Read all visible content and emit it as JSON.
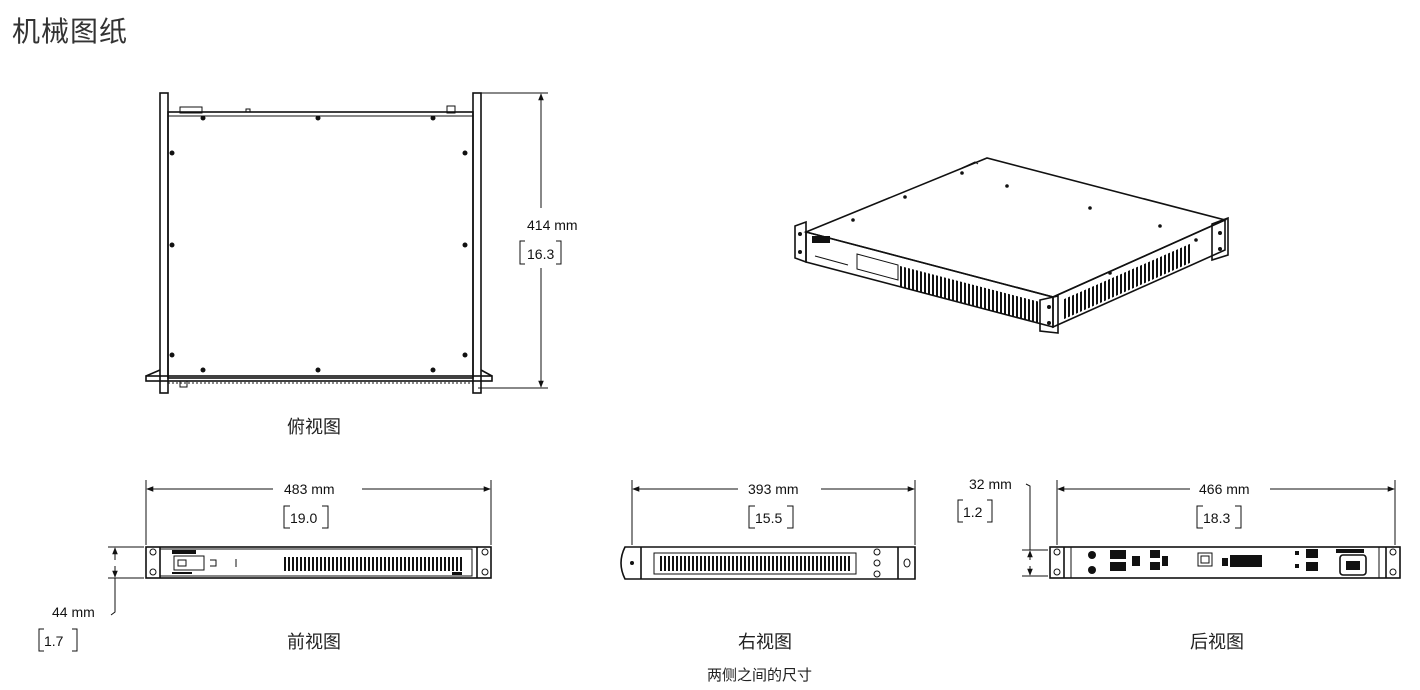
{
  "title": "机械图纸",
  "views": {
    "top": {
      "caption": "俯视图",
      "depth_mm": "414 mm",
      "depth_in": "16.3"
    },
    "front": {
      "caption": "前视图",
      "width_mm": "483 mm",
      "width_in": "19.0",
      "height_mm": "44 mm",
      "height_in": "1.7"
    },
    "right": {
      "caption": "右视图",
      "subcaption": "两侧之间的尺寸",
      "width_mm": "393 mm",
      "width_in": "15.5"
    },
    "rear": {
      "caption": "后视图",
      "width_mm": "466 mm",
      "width_in": "18.3",
      "height_mm": "32 mm",
      "height_in": "1.2"
    }
  }
}
